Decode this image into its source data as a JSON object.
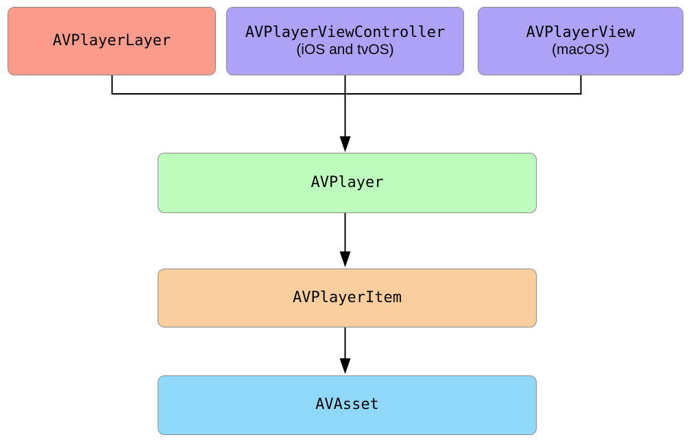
{
  "diagram": {
    "nodes": [
      {
        "id": "avplayerlayer",
        "label": "AVPlayerLayer",
        "sublabel": "",
        "fill": "#FA9B8C"
      },
      {
        "id": "avplayerviewcontroller",
        "label": "AVPlayerViewController",
        "sublabel": "(iOS and tvOS)",
        "fill": "#AEA2F7"
      },
      {
        "id": "avplayerview",
        "label": "AVPlayerView",
        "sublabel": "(macOS)",
        "fill": "#AEA2F7"
      },
      {
        "id": "avplayer",
        "label": "AVPlayer",
        "sublabel": "",
        "fill": "#BEFCBD"
      },
      {
        "id": "avplayeritem",
        "label": "AVPlayerItem",
        "sublabel": "",
        "fill": "#FBCE9D"
      },
      {
        "id": "avasset",
        "label": "AVAsset",
        "sublabel": "",
        "fill": "#91D9FA"
      }
    ],
    "edges": [
      {
        "from": [
          "avplayerlayer",
          "avplayerviewcontroller",
          "avplayerview"
        ],
        "to": "avplayer"
      },
      {
        "from": [
          "avplayer"
        ],
        "to": "avplayeritem"
      },
      {
        "from": [
          "avplayeritem"
        ],
        "to": "avasset"
      }
    ],
    "colors": {
      "node_border": "#8A8A8A",
      "edge_line": "#000000",
      "background": "#FFFFFF"
    }
  }
}
